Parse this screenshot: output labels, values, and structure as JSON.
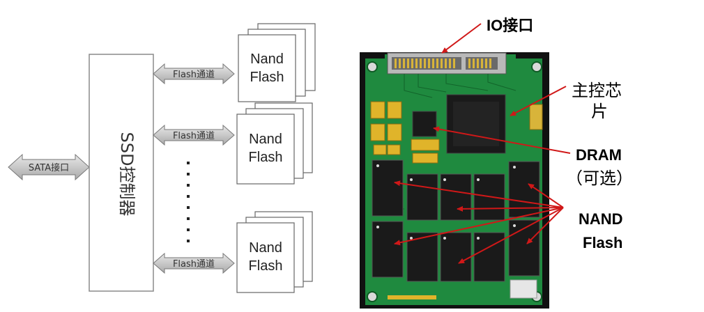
{
  "block_diagram": {
    "controller_label": "SSD控制器",
    "sata_label": "SATA接口",
    "channels": [
      {
        "label": "Flash通道",
        "nand_line1": "Nand",
        "nand_line2": "Flash"
      },
      {
        "label": "Flash通道",
        "nand_line1": "Nand",
        "nand_line2": "Flash"
      },
      {
        "label": "Flash通道",
        "nand_line1": "Nand",
        "nand_line2": "Flash"
      }
    ]
  },
  "photo_callouts": {
    "io": "IO接口",
    "controller_line1": "主控芯",
    "controller_line2": "片",
    "dram_line1": "DRAM",
    "dram_line2": "（可选）",
    "nand_line1": "NAND",
    "nand_line2": "Flash"
  },
  "colors": {
    "pcb": "#1f8a3f",
    "pcb_dark": "#0f5a25",
    "chip": "#1a1a1a",
    "gold": "#e0b42a",
    "arrow": "#d01818",
    "diagram_stroke": "#666666"
  }
}
